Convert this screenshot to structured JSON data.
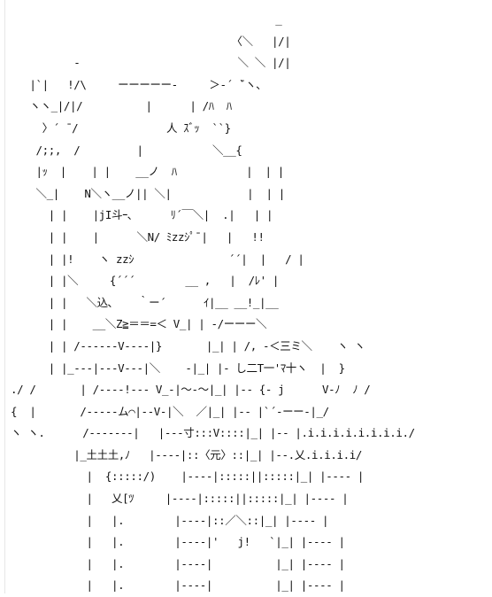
{
  "art": {
    "lines": [
      "                                          _",
      "                                   〈＼   |/|",
      "          -                         ＼ ＼ |/|",
      "   |`|   !/\\     ーーーーー-     ＞‐´ ̄`ヽ、",
      "   ヽヽ_|/|/          |      | /ﾊ  ﾊ",
      "     〉´ ̄ /              人 ｽﾞｯ  ``}",
      "    /;;,  /         |           ＼__{",
      "    |ｯ  |    | |    __ノ  ﾊ           |  | |",
      "    ＼_|    N＼ヽ__ノ|| ＼|            |  | |",
      "      | |    |jI斗ｰ､      ﾘ´￣＼|  .|   | |",
      "      | |    |      ＼N/ ﾐzzｼﾟ¯|   |   !!",
      "      | |!    ヽ zzｼ               ´´|  |   / |",
      "      | |＼     {´´´        __ ,   |  /ﾚ' |",
      "      | |   ＼込､    ｀ー´      ｲ|__ __!_|__",
      "      | |    __＼Z≧＝＝=＜ V_| | -/ーーー＼",
      "      | | /------V----|}       |_| | /, -＜三ミ＼    ヽ ヽ",
      "      | |_---|---V---|＼    -|_| |- し二T一'ﾏ十ヽ  |  }",
      "./ /       | /----!--- V_-|〜-〜|_| |-- {- j      V-ﾉ  ﾉ /",
      "{  |       /-----ム⌒|--V-|＼  ／|_| |-- |`´-ーー-|_/",
      "ヽ ヽ.      /-------|   |---寸:::V::::|_| |-- |.i.i.i.i.i.i.i.i./",
      "          |_土土土,ﾉ   |----|::〈元〉::|_| |--.乂.i.i.i.i/",
      "            |  {:::::/)    |----|:::::||:::::|_| |---- |",
      "            |   乂[ﾂ     |----|:::::||:::::|_| |---- |",
      "            |   |.        |----|::／＼::|_| |---- |",
      "            |   |.        |----|'   j!   `|_| |---- |",
      "            |   |.        |----|          |_| |---- |",
      "            |   |.        |----|          |_| |---- |"
    ]
  }
}
